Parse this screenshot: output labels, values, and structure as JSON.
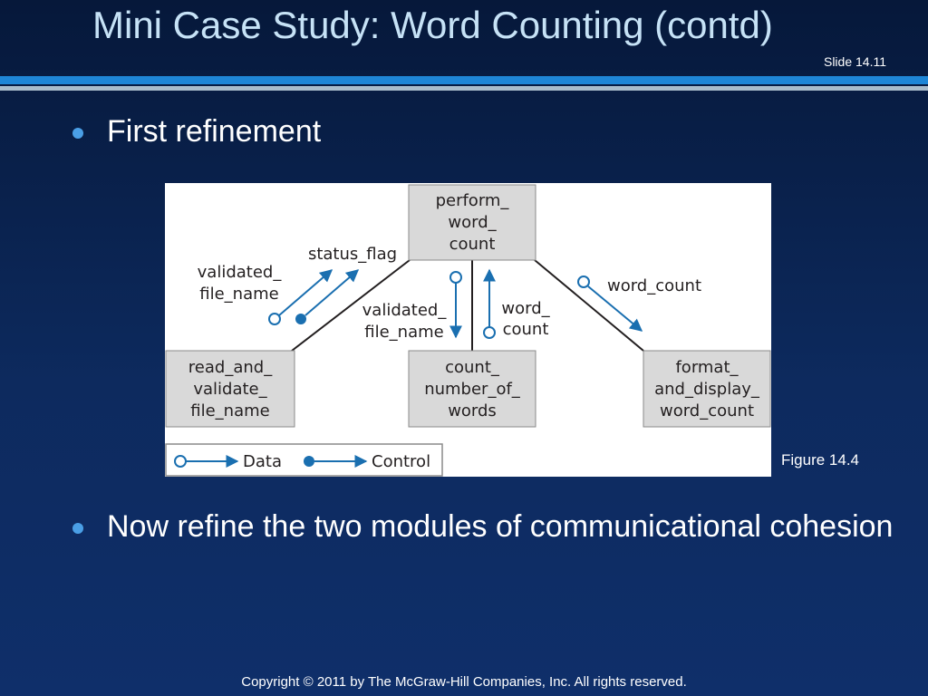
{
  "slide": {
    "title": "Mini Case Study: Word Counting (contd)",
    "number": "Slide 14.11",
    "footer": "Copyright © 2011 by The McGraw-Hill Companies, Inc.  All rights reserved.",
    "caption": "Figure 14.4"
  },
  "bullets": [
    "First refinement",
    "Now refine the two modules of communicational cohesion"
  ],
  "diagram": {
    "modules": {
      "top": [
        "perform_",
        "word_",
        "count"
      ],
      "left": [
        "read_and_",
        "validate_",
        "file_name"
      ],
      "middle": [
        "count_",
        "number_of_",
        "words"
      ],
      "right": [
        "format_",
        "and_display_",
        "word_count"
      ]
    },
    "flows": {
      "left_data": [
        "validated_",
        "file_name"
      ],
      "left_control": "status_flag",
      "mid_down": [
        "validated_",
        "file_name"
      ],
      "mid_up": [
        "word_",
        "count"
      ],
      "right_data": "word_count"
    },
    "legend": {
      "data": "Data",
      "control": "Control"
    }
  },
  "colors": {
    "accent": "#1f86d6",
    "arrow": "#1a6fb0",
    "title": "#c6e2f6",
    "module_fill": "#d9d9d9"
  }
}
